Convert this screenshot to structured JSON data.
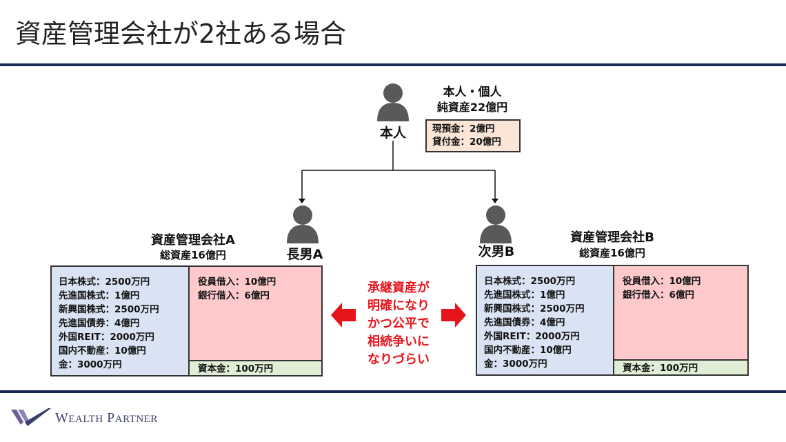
{
  "slide": {
    "title": "資産管理会社が2社ある場合"
  },
  "colors": {
    "rule": "#1a2a55",
    "assets_fill": "#d9e3f3",
    "liabilities_fill": "#fdc9cb",
    "equity_fill": "#dfeed5",
    "individual_fill": "#fbe5d6",
    "message_red": "#e8141b",
    "person_gray": "#595959"
  },
  "individual": {
    "label": "本人",
    "title": "本人・個人",
    "net_assets": "純資産22億円",
    "holdings": [
      "現預金：2億円",
      "貸付金：20億円"
    ]
  },
  "heirs": {
    "a": {
      "label": "長男A"
    },
    "b": {
      "label": "次男B"
    }
  },
  "companies": {
    "a": {
      "name": "資産管理会社A",
      "total": "総資産16億円",
      "assets": [
        "日本株式：2500万円",
        "先進国株式：1億円",
        "新興国株式：2500万円",
        "先進国債券：4億円",
        "外国REIT：2000万円",
        "国内不動産：10億円",
        "金：3000万円"
      ],
      "liabilities": [
        "役員借入：10億円",
        "銀行借入：6億円"
      ],
      "equity": "資本金：100万円"
    },
    "b": {
      "name": "資産管理会社B",
      "total": "総資産16億円",
      "assets": [
        "日本株式：2500万円",
        "先進国株式：1億円",
        "新興国株式：2500万円",
        "先進国債券：4億円",
        "外国REIT：2000万円",
        "国内不動産：10億円",
        "金：3000万円"
      ],
      "liabilities": [
        "役員借入：10億円",
        "銀行借入：6億円"
      ],
      "equity": "資本金：100万円"
    }
  },
  "message": {
    "lines": [
      "承継資産が",
      "明確になり",
      "かつ公平で",
      "相続争いに",
      "なりづらい"
    ]
  },
  "footer": {
    "logo_text_first_w": "W",
    "logo_text_ealth": "EALTH",
    "logo_text_first_p": "P",
    "logo_text_artner": "ARTNER",
    "logo_full": "WEALTH PARTNER"
  }
}
